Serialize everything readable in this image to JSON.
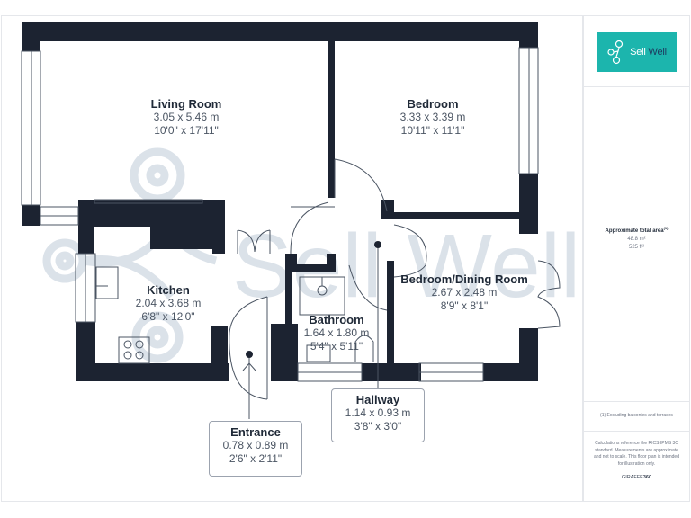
{
  "brand": {
    "logo_text_sell": "Sell",
    "logo_text_well": "Well",
    "logo_color": "#1cb5ad",
    "watermark_text": "Sell Well"
  },
  "summary": {
    "area_title": "Approximate total area",
    "area_title_sup": "(1)",
    "area_m2": "48.8 m²",
    "area_ft2": "525 ft²",
    "footnote": "(1) Excluding balconies and terraces",
    "disclaimer": "Calculations reference the RICS IPMS 3C standard. Measurements are approximate and not to scale. This floor plan is intended for illustration only.",
    "provider_prefix": "GIRAFFE",
    "provider_suffix": "360"
  },
  "rooms": [
    {
      "id": "living-room",
      "name": "Living Room",
      "metric": "3.05 x 5.46 m",
      "imperial": "10'0\" x 17'11\""
    },
    {
      "id": "bedroom",
      "name": "Bedroom",
      "metric": "3.33 x 3.39 m",
      "imperial": "10'11\" x 11'1\""
    },
    {
      "id": "kitchen",
      "name": "Kitchen",
      "metric": "2.04 x 3.68 m",
      "imperial": "6'8\" x 12'0\""
    },
    {
      "id": "bathroom",
      "name": "Bathroom",
      "metric": "1.64 x 1.80 m",
      "imperial": "5'4\" x 5'11\""
    },
    {
      "id": "bedroom-dining",
      "name": "Bedroom/Dining Room",
      "metric": "2.67 x 2.48 m",
      "imperial": "8'9\" x 8'1\""
    },
    {
      "id": "hallway",
      "name": "Hallway",
      "metric": "1.14 x 0.93 m",
      "imperial": "3'8\" x 3'0\""
    },
    {
      "id": "entrance",
      "name": "Entrance",
      "metric": "0.78 x 0.89 m",
      "imperial": "2'6\" x 2'11\""
    }
  ],
  "colors": {
    "wall": "#1c2331",
    "line": "#4b5563",
    "watermark": "#cfd8e3"
  }
}
